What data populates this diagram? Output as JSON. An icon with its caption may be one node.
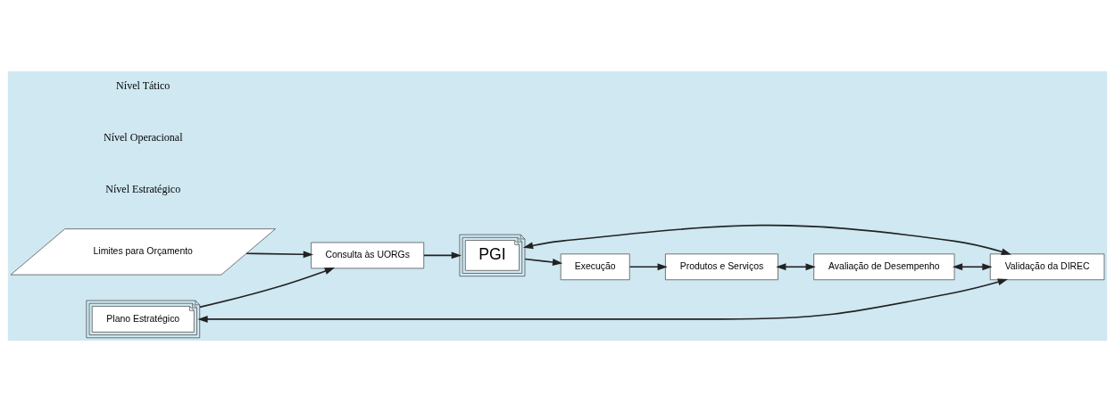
{
  "diagram": {
    "nodes": [
      {
        "text": [
          "Plano Estratégico"
        ]
      },
      {
        "text": [
          "Validação da DIREC"
        ]
      },
      {
        "text": [
          "Limites para Orçamento"
        ]
      },
      {
        "text": [
          "Consulta às UORGs"
        ]
      },
      {
        "text": [
          "PGI"
        ]
      },
      {
        "text": [
          "Execução"
        ]
      },
      {
        "text": [
          "Avaliação de Desempenho"
        ]
      },
      {
        "text": [
          "Produtos e Serviços"
        ]
      }
    ],
    "edges": [
      {
        "from": 1,
        "to": 0,
        "arrow": "both"
      },
      {
        "from": 0,
        "to": 3,
        "arrow": "to"
      },
      {
        "from": 1,
        "to": 4,
        "arrow": "both"
      },
      {
        "from": 2,
        "to": 3,
        "arrow": "to"
      },
      {
        "from": 3,
        "to": 4,
        "arrow": "to"
      },
      {
        "from": 4,
        "to": 5,
        "arrow": "to"
      },
      {
        "from": 5,
        "to": 7,
        "arrow": "to"
      },
      {
        "from": 7,
        "to": 6,
        "arrow": "both"
      },
      {
        "from": 6,
        "to": 1,
        "arrow": "both"
      }
    ],
    "labels": [
      "Nível Estratégico",
      "Nível Operacional",
      "Nível Tático"
    ]
  }
}
